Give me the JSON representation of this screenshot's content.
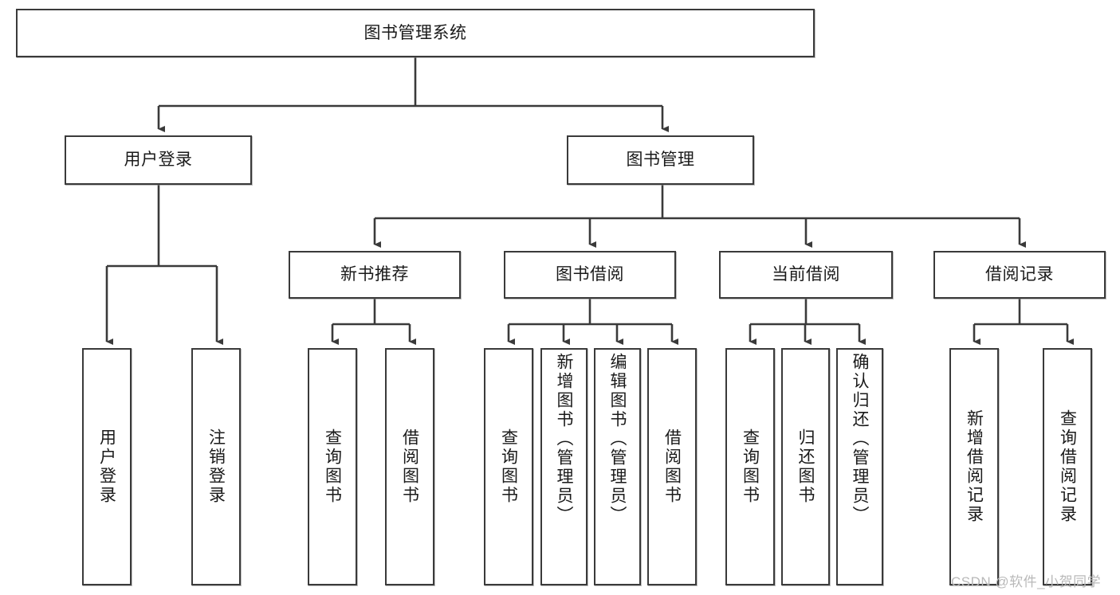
{
  "diagram": {
    "title_node": {
      "label": "图书管理系统"
    },
    "level2": [
      {
        "id": "user-login",
        "label": "用户登录"
      },
      {
        "id": "book-manage",
        "label": "图书管理"
      }
    ],
    "level3": [
      {
        "id": "new-book-recommend",
        "label": "新书推荐"
      },
      {
        "id": "book-borrow",
        "label": "图书借阅"
      },
      {
        "id": "current-borrow",
        "label": "当前借阅"
      },
      {
        "id": "borrow-record",
        "label": "借阅记录"
      }
    ],
    "leaves": {
      "user_login": [
        {
          "id": "leaf-user-login",
          "label": "用户登录"
        },
        {
          "id": "leaf-logout-login",
          "label": "注销登录"
        }
      ],
      "new_book_recommend": [
        {
          "id": "leaf-query-book-1",
          "label": "查询图书"
        },
        {
          "id": "leaf-borrow-book-1",
          "label": "借阅图书"
        }
      ],
      "book_borrow": [
        {
          "id": "leaf-query-book-2",
          "label": "查询图书"
        },
        {
          "id": "leaf-add-book",
          "label": "新增图书（管理员）"
        },
        {
          "id": "leaf-edit-book",
          "label": "编辑图书（管理员）"
        },
        {
          "id": "leaf-borrow-book-2",
          "label": "借阅图书"
        }
      ],
      "current_borrow": [
        {
          "id": "leaf-query-book-3",
          "label": "查询图书"
        },
        {
          "id": "leaf-return-book",
          "label": "归还图书"
        },
        {
          "id": "leaf-confirm-return",
          "label": "确认归还（管理员）"
        }
      ],
      "borrow_record": [
        {
          "id": "leaf-add-record",
          "label": "新增借阅记录"
        },
        {
          "id": "leaf-query-record",
          "label": "查询借阅记录"
        }
      ]
    },
    "watermark": {
      "text": "CSDN @软件_小贺同学"
    },
    "colors": {
      "box_border": "#3a3a3a",
      "box_fill": "#ffffff",
      "connector": "#3a3a3a",
      "text": "#1a1a1a",
      "watermark": "#b9b9b9"
    }
  }
}
